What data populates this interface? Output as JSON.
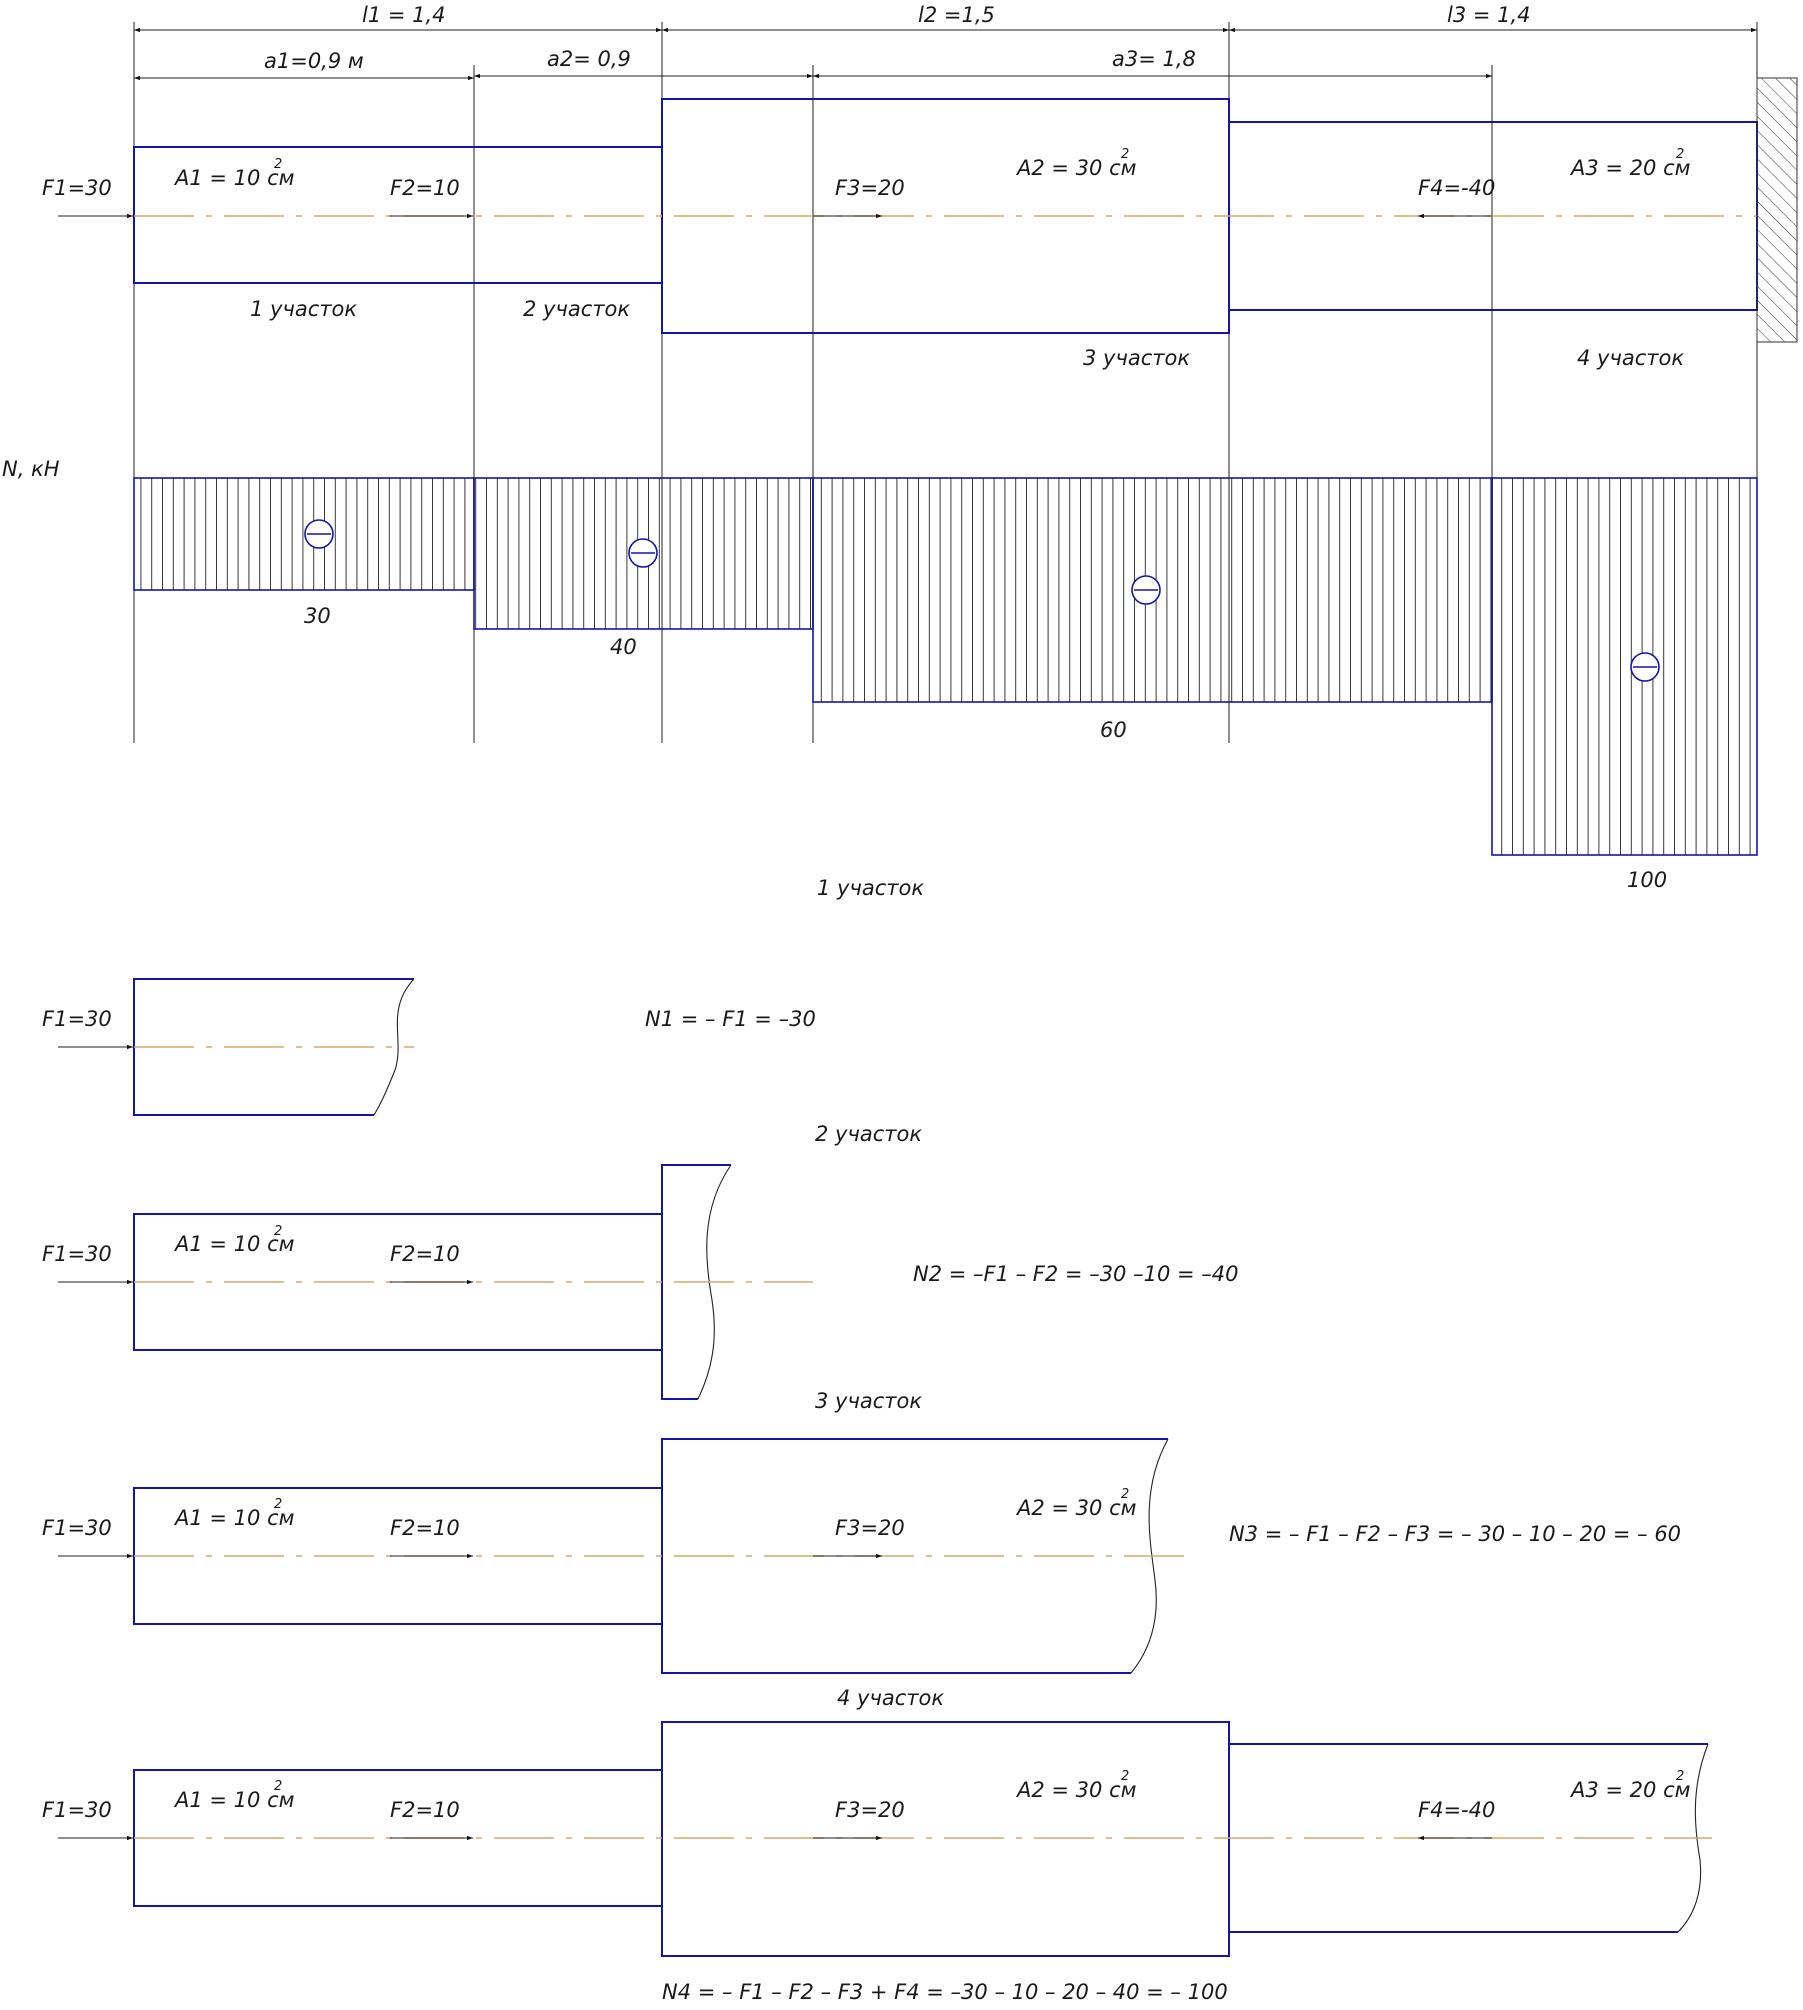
{
  "dimensions": {
    "l1": "l1 = 1,4",
    "l2": "l2 =1,5",
    "l3": "l3 = 1,4",
    "a1": "a1=0,9 м",
    "a2": "a2= 0,9",
    "a3": "a3= 1,8"
  },
  "forces": {
    "f1": "F1=30",
    "f2": "F2=10",
    "f3": "F3=20",
    "f4": "F4=-40"
  },
  "areas": {
    "a1": "A1 = 10 см",
    "a2": "A2 = 30 см",
    "a3": "A3 = 20 см",
    "exponent": "2"
  },
  "sections": {
    "s1": "1 участок",
    "s2": "2 участок",
    "s3": "3 участок",
    "s4": "4 участок"
  },
  "epure": {
    "axis_label": "N, кН",
    "values": [
      "30",
      "40",
      "60",
      "100"
    ],
    "signs": "negative"
  },
  "equations": {
    "n1": "N1 = – F1 = –30",
    "n2": "N2 = –F1 – F2 = –30 –10 = –40",
    "n3": "N3 = – F1 – F2 – F3 = – 30 – 10 – 20 = – 60",
    "n4": "N4 = – F1 – F2 – F3 + F4 = –30 – 10 – 20 – 40 = – 100"
  },
  "colors": {
    "outline": "#1414a8",
    "axis": "#d8a868",
    "lines": "#222222"
  }
}
